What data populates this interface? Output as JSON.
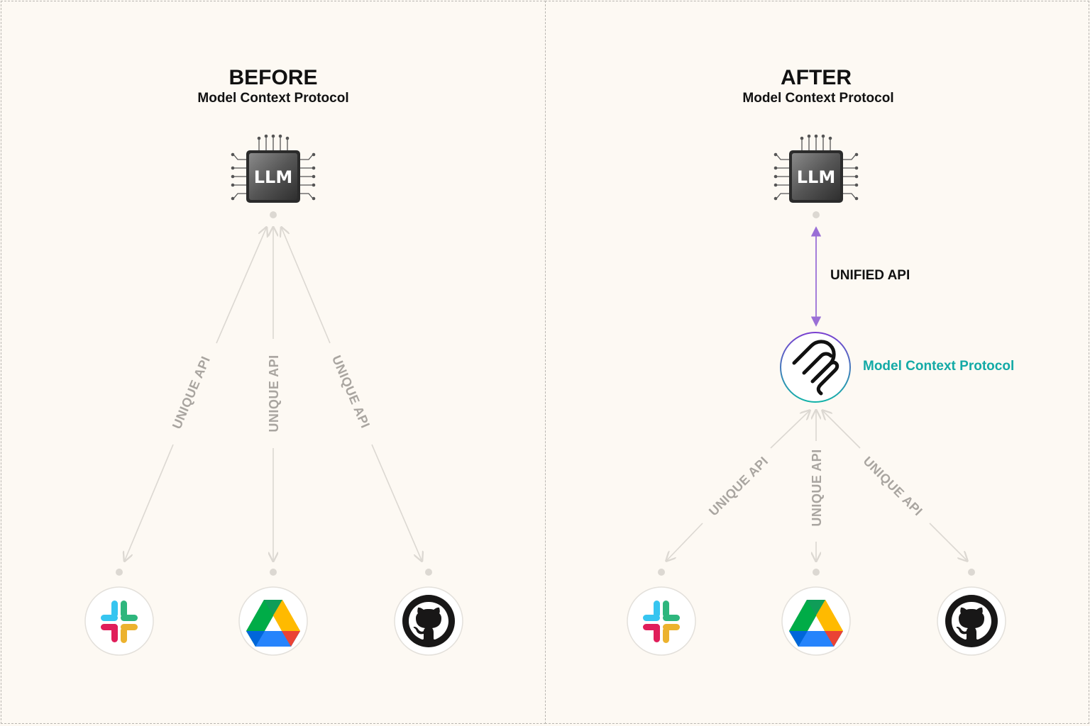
{
  "before": {
    "title": "BEFORE",
    "subtitle": "Model Context Protocol",
    "llm_label": "LLM",
    "edge_labels": [
      "UNIQUE API",
      "UNIQUE API",
      "UNIQUE API"
    ],
    "services": [
      "slack-icon",
      "google-drive-icon",
      "github-icon"
    ]
  },
  "after": {
    "title": "AFTER",
    "subtitle": "Model Context Protocol",
    "llm_label": "LLM",
    "unified_label": "UNIFIED API",
    "mcp_label": "Model Context Protocol",
    "edge_labels": [
      "UNIQUE API",
      "UNIQUE API",
      "UNIQUE API"
    ],
    "services": [
      "slack-icon",
      "google-drive-icon",
      "github-icon"
    ]
  },
  "colors": {
    "background": "#fdf9f3",
    "arrow": "#dcd8d2",
    "unified_arrow": "#9a6fd6",
    "mcp_teal": "#13aaa6"
  }
}
